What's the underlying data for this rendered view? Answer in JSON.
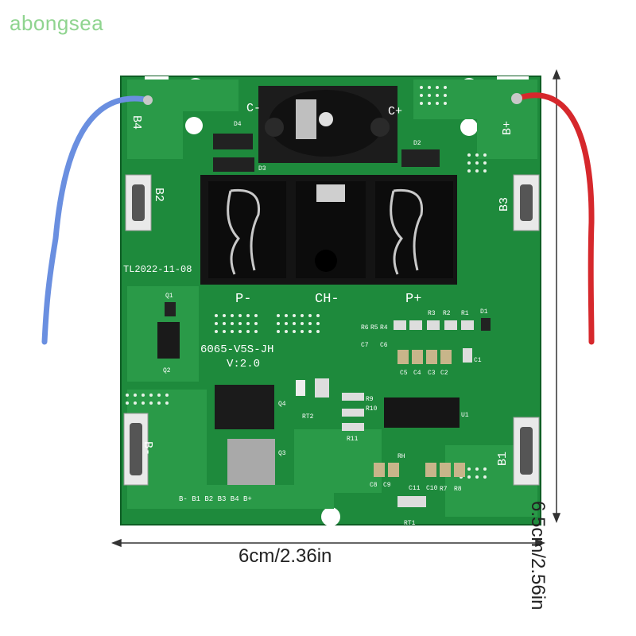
{
  "watermark": "abongsea",
  "dimensions": {
    "width": "6cm/2.36in",
    "height": "6.5cm/2.56in"
  },
  "pcb": {
    "date_code": "TL2022-11-08",
    "model": "6065-V5S-JH",
    "version": "V:2.0",
    "terminals": [
      "B4",
      "B2",
      "B-",
      "B+",
      "B3",
      "B1"
    ],
    "connector_labels": [
      "C-",
      "C+"
    ],
    "pad_labels": [
      "P-",
      "CH-",
      "P+"
    ],
    "bus_label": "B- B1 B2 B3 B4 B+",
    "components": [
      "D4",
      "D3",
      "D2",
      "Q1",
      "Q2",
      "Q3",
      "Q4",
      "D1",
      "R1",
      "R2",
      "R3",
      "R4",
      "R5",
      "R6",
      "R7",
      "R8",
      "R9",
      "R10",
      "R11",
      "RH",
      "RT1",
      "RT2",
      "U1",
      "C1",
      "C2",
      "C3",
      "C4",
      "C5",
      "C6",
      "C7",
      "C8",
      "C9",
      "C10",
      "C11"
    ]
  },
  "colors": {
    "pcb": "#1e8a3c",
    "pcb_dark": "#166b2e",
    "wire_red": "#d6282c",
    "wire_blue": "#6a8fe0"
  }
}
